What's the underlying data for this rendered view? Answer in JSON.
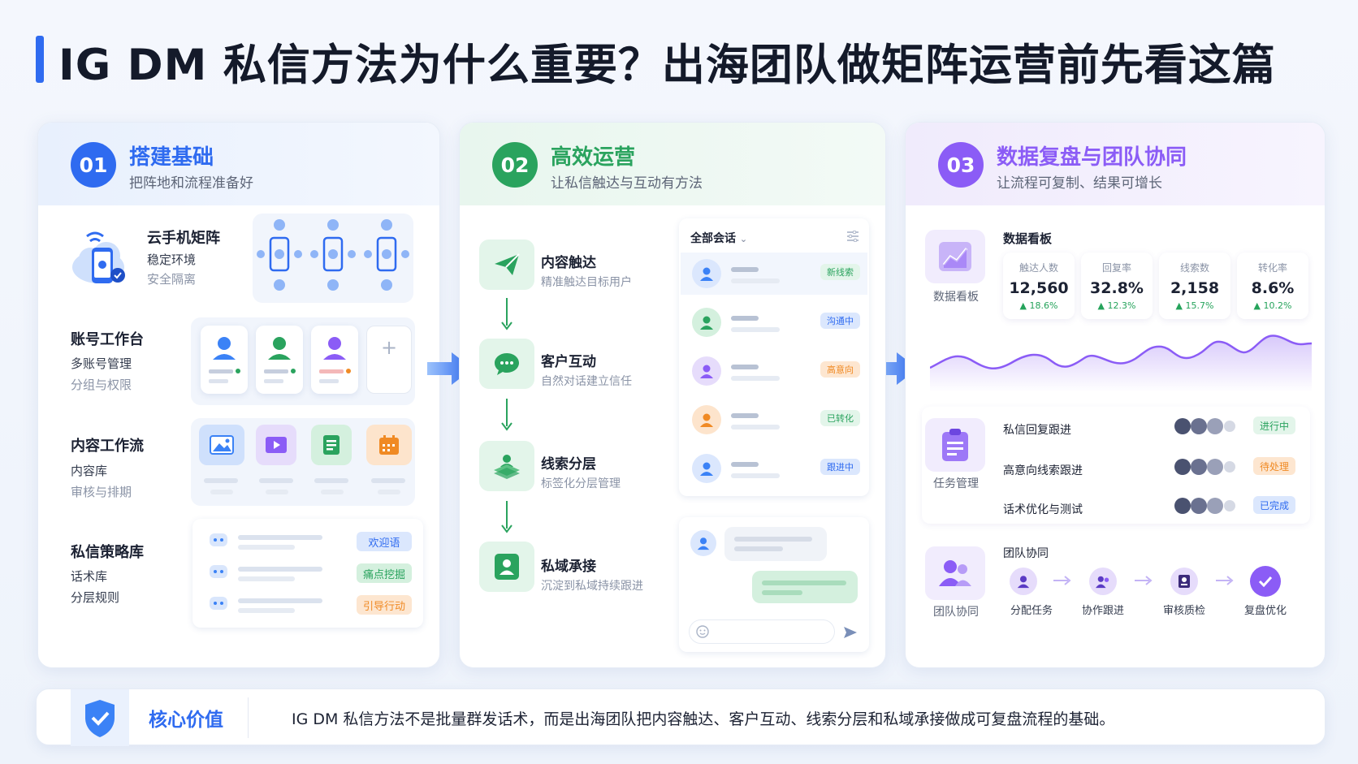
{
  "title": "IG DM 私信方法为什么重要？出海团队做矩阵运营前先看这篇",
  "colors": {
    "blue": "#2f6bf0",
    "green": "#2aa35e",
    "purple": "#8b5cf6",
    "orange": "#f08a24"
  },
  "panel1": {
    "num": "01",
    "title": "搭建基础",
    "subtitle": "把阵地和流程准备好",
    "cloud": {
      "title": "云手机矩阵",
      "line1": "稳定环境",
      "line2": "安全隔离"
    },
    "accounts": {
      "title": "账号工作台",
      "line1": "多账号管理",
      "line2": "分组与权限",
      "add": "+"
    },
    "content": {
      "title": "内容工作流",
      "line1": "内容库",
      "line2": "审核与排期"
    },
    "strategy": {
      "title": "私信策略库",
      "line1": "话术库",
      "line2": "分层规则",
      "tags": [
        "欢迎语",
        "痛点挖掘",
        "引导行动"
      ]
    }
  },
  "panel2": {
    "num": "02",
    "title": "高效运营",
    "subtitle": "让私信触达与互动有方法",
    "steps": [
      {
        "title": "内容触达",
        "sub": "精准触达目标用户"
      },
      {
        "title": "客户互动",
        "sub": "自然对话建立信任"
      },
      {
        "title": "线索分层",
        "sub": "标签化分层管理"
      },
      {
        "title": "私域承接",
        "sub": "沉淀到私域持续跟进"
      }
    ],
    "inbox": {
      "header": "全部会话",
      "tags": [
        "新线索",
        "沟通中",
        "高意向",
        "已转化",
        "跟进中"
      ]
    }
  },
  "panel3": {
    "num": "03",
    "title": "数据复盘与团队协同",
    "subtitle": "让流程可复制、结果可增长",
    "dashboard": {
      "title": "数据看板",
      "icon_label": "数据看板"
    },
    "stats": [
      {
        "label": "触达人数",
        "value": "12,560",
        "change": "▲ 18.6%"
      },
      {
        "label": "回复率",
        "value": "32.8%",
        "change": "▲ 12.3%"
      },
      {
        "label": "线索数",
        "value": "2,158",
        "change": "▲ 15.7%"
      },
      {
        "label": "转化率",
        "value": "8.6%",
        "change": "▲ 10.2%"
      }
    ],
    "tasks": {
      "icon_label": "任务管理",
      "items": [
        {
          "name": "私信回复跟进",
          "status": "进行中"
        },
        {
          "name": "高意向线索跟进",
          "status": "待处理"
        },
        {
          "name": "话术优化与测试",
          "status": "已完成"
        }
      ]
    },
    "team": {
      "title": "团队协同",
      "icon_label": "团队协同",
      "flow": [
        "分配任务",
        "协作跟进",
        "审核质检",
        "复盘优化"
      ]
    }
  },
  "bottom": {
    "label": "核心价值",
    "text": "IG DM 私信方法不是批量群发话术，而是出海团队把内容触达、客户互动、线索分层和私域承接做成可复盘流程的基础。"
  }
}
